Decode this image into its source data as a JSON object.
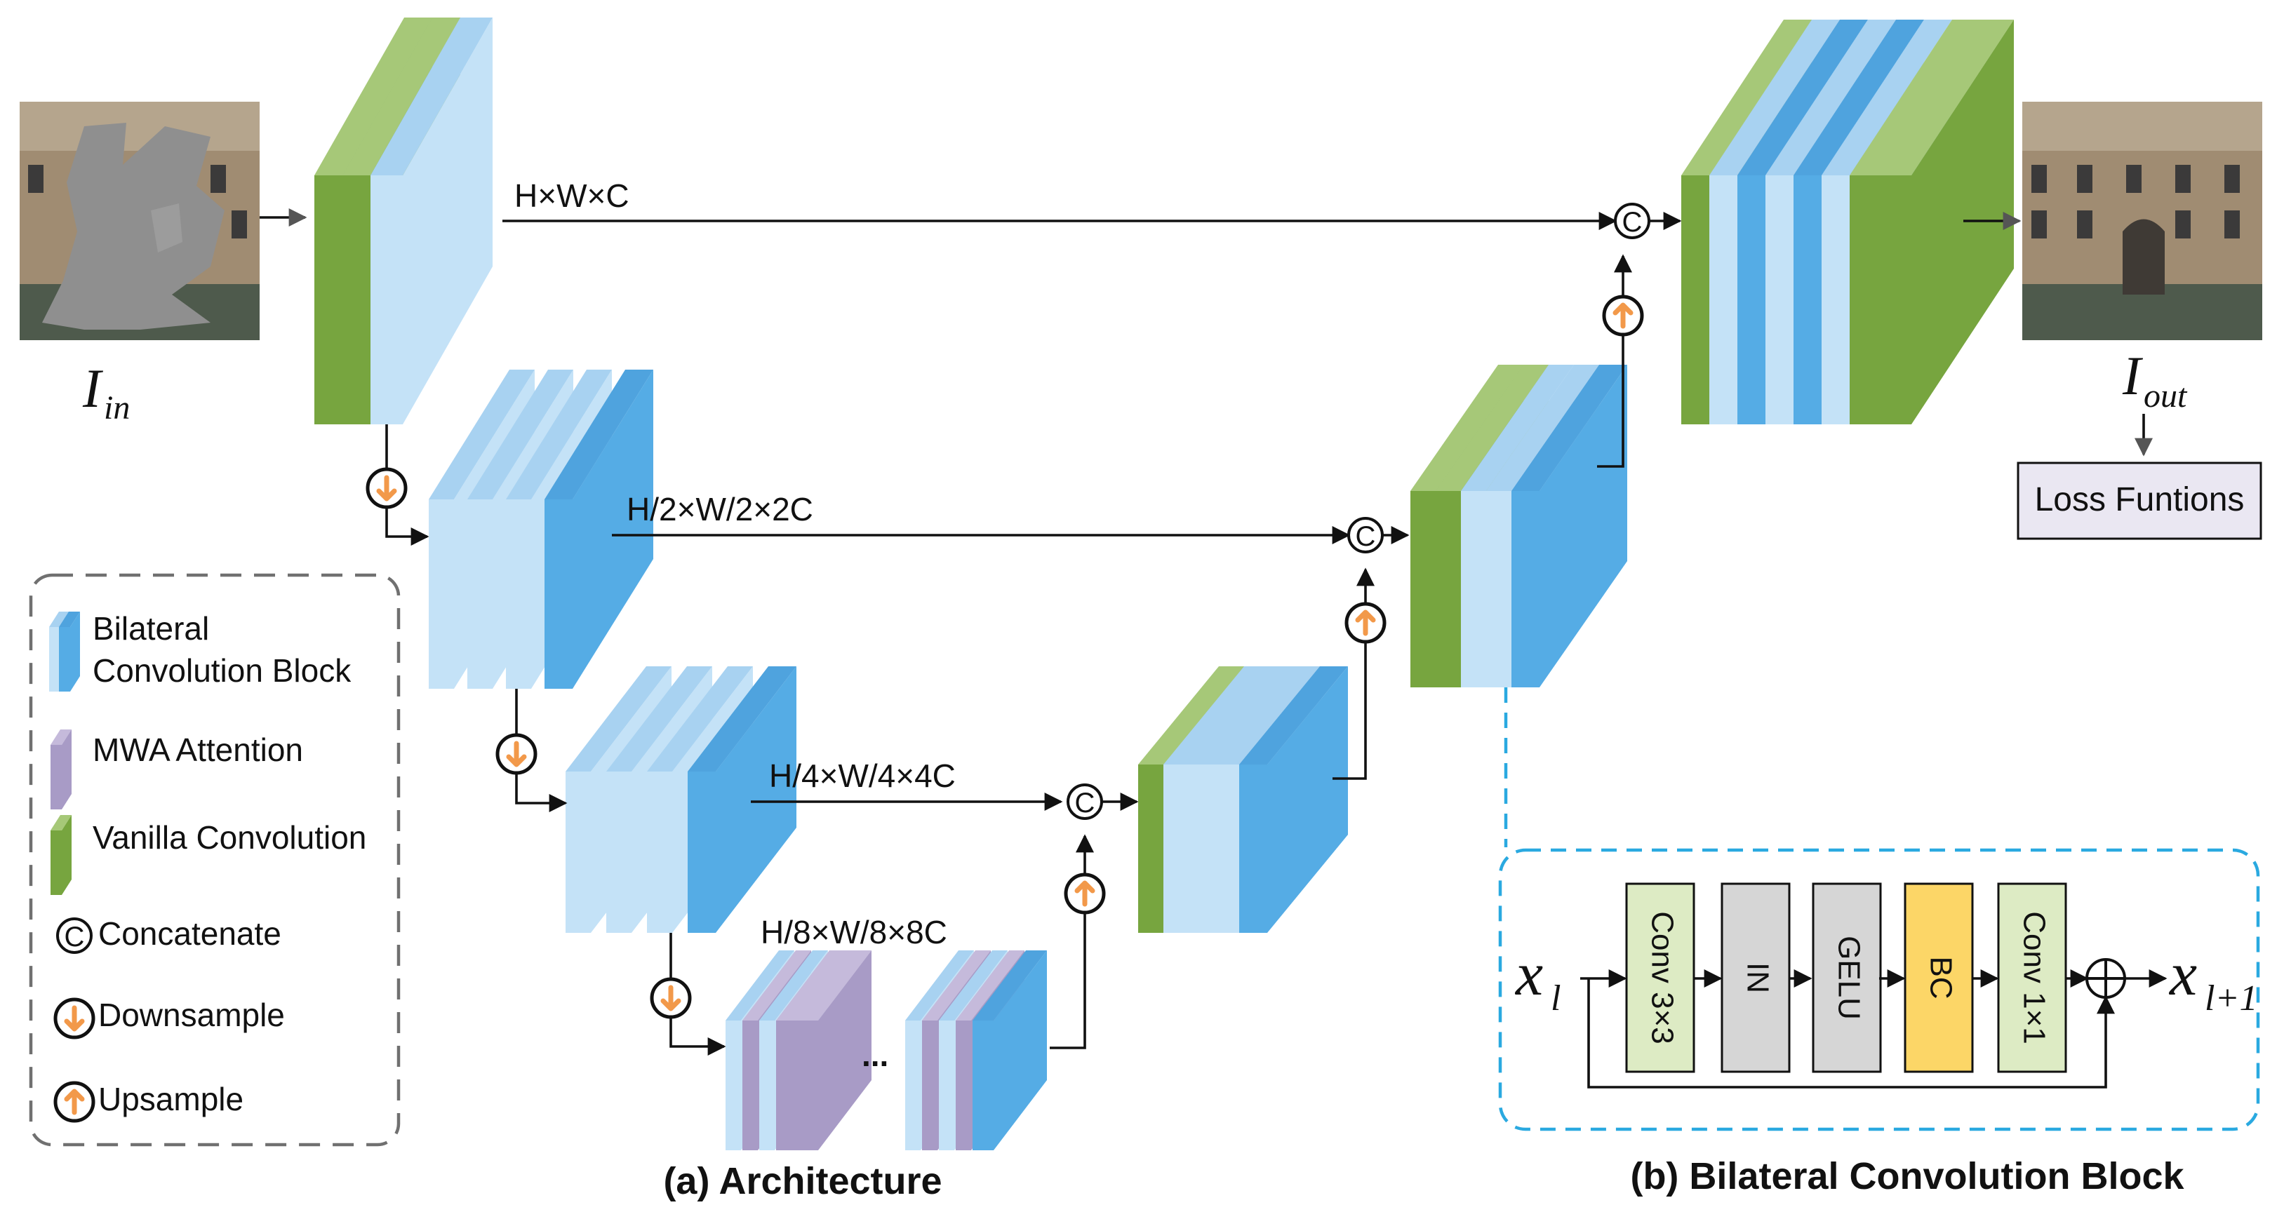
{
  "colors": {
    "blue_front": "#55ACE5",
    "blue_side": "#4FA3DE",
    "light_front": "#C4E2F7",
    "light_side": "#A8D2F1",
    "green_front": "#77A53F",
    "green_side": "#A6C878",
    "purple_front": "#A89BC6",
    "purple_side": "#C5BADB",
    "conv_box": "#DDEBC4",
    "norm_box": "#D6D6D6",
    "bc_box": "#FCD667",
    "loss_box": "#EAE7F2",
    "dashed_blue": "#2AA9E0",
    "dashed_grey": "#707070",
    "arrow_orange": "#F2994A"
  },
  "inputs": {
    "input_label_main": "I",
    "input_label_sub": "in",
    "output_label_main": "I",
    "output_label_sub": "out",
    "loss_label": "Loss Funtions"
  },
  "dims": {
    "level1": "H×W×C",
    "level2": "H/2×W/2×2C",
    "level3": "H/4×W/4×4C",
    "level4": "H/8×W/8×8C",
    "ellipsis": "..."
  },
  "legend": {
    "bilateral_line1": "Bilateral",
    "bilateral_line2": "Convolution Block",
    "mwa": "MWA Attention",
    "vanilla": "Vanilla Convolution",
    "concat": "Concatenate",
    "down": "Downsample",
    "up": "Upsample",
    "c_symbol": "C"
  },
  "block": {
    "in_main": "x",
    "in_sub": "l",
    "out_main": "x",
    "out_sub": "l+1",
    "steps": [
      "Conv 3×3",
      "IN",
      "GELU",
      "BC",
      "Conv 1×1"
    ],
    "plus": "+"
  },
  "captions": {
    "a": "(a) Architecture",
    "b": "(b) Bilateral Convolution Block"
  }
}
